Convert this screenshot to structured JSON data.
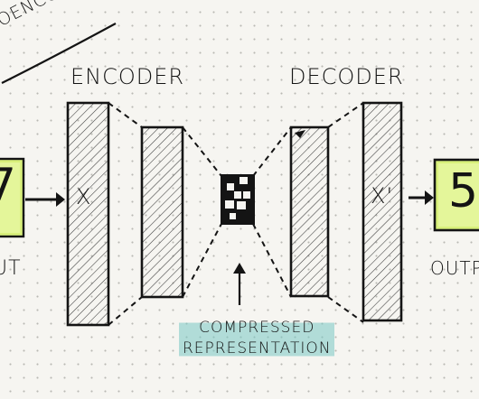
{
  "diagram": {
    "title": "TOENCODER",
    "encoder_label": "ENCODER",
    "decoder_label": "DECODER",
    "input_symbol": "X",
    "output_symbol": "X'",
    "input_label": "UT",
    "output_label": "OUTP",
    "output_digit": "5",
    "input_digit": "7",
    "code_label_line1": "COMPRESSED",
    "code_label_line2": "REPRESENTATION"
  },
  "colors": {
    "paper": "#f6f5f1",
    "ink": "#141414",
    "highlight_green": "#d8f07a",
    "highlight_teal": "#78c8c4"
  }
}
